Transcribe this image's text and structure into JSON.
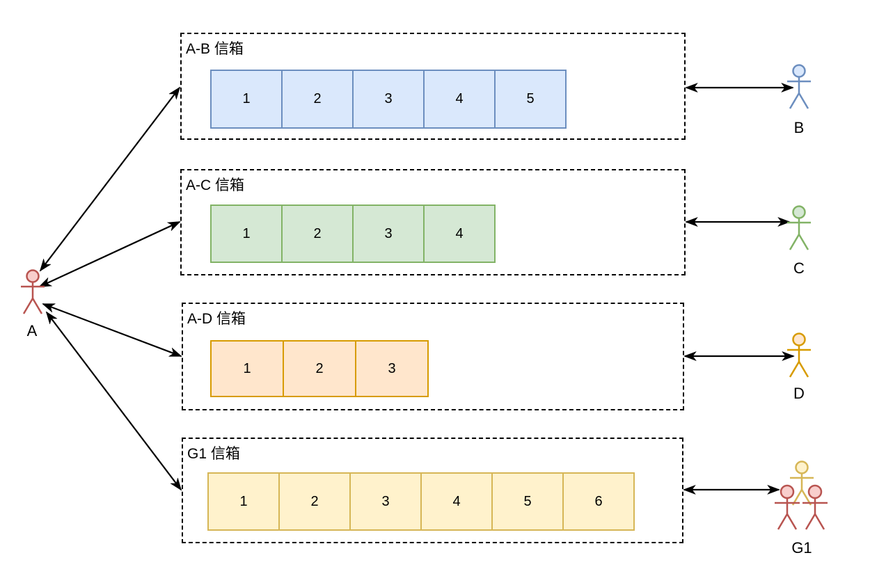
{
  "diagram": {
    "connector_color": "#000000",
    "mailboxes": [
      {
        "label": "A-B 信箱",
        "cell_fill": "#dae8fc",
        "cell_border": "#6c8ebf",
        "cells": [
          "1",
          "2",
          "3",
          "4",
          "5"
        ]
      },
      {
        "label": "A-C 信箱",
        "cell_fill": "#d5e8d4",
        "cell_border": "#82b366",
        "cells": [
          "1",
          "2",
          "3",
          "4"
        ]
      },
      {
        "label": "A-D 信箱",
        "cell_fill": "#ffe6cc",
        "cell_border": "#d79b00",
        "cells": [
          "1",
          "2",
          "3"
        ]
      },
      {
        "label": "G1 信箱",
        "cell_fill": "#fff2cc",
        "cell_border": "#d6b656",
        "cells": [
          "1",
          "2",
          "3",
          "4",
          "5",
          "6"
        ]
      }
    ],
    "actors": [
      {
        "id": "A",
        "label": "A",
        "color": "#b85450",
        "head_fill": "#f8cecc"
      },
      {
        "id": "B",
        "label": "B",
        "color": "#6c8ebf",
        "head_fill": "#dae8fc"
      },
      {
        "id": "C",
        "label": "C",
        "color": "#82b366",
        "head_fill": "#d5e8d4"
      },
      {
        "id": "D",
        "label": "D",
        "color": "#d79b00",
        "head_fill": "#ffe6cc"
      },
      {
        "id": "G1",
        "label": "G1",
        "color_back": "#d6b656",
        "head_fill_back": "#fff2cc",
        "color_front": "#b85450",
        "head_fill_front": "#f8cecc"
      }
    ]
  }
}
